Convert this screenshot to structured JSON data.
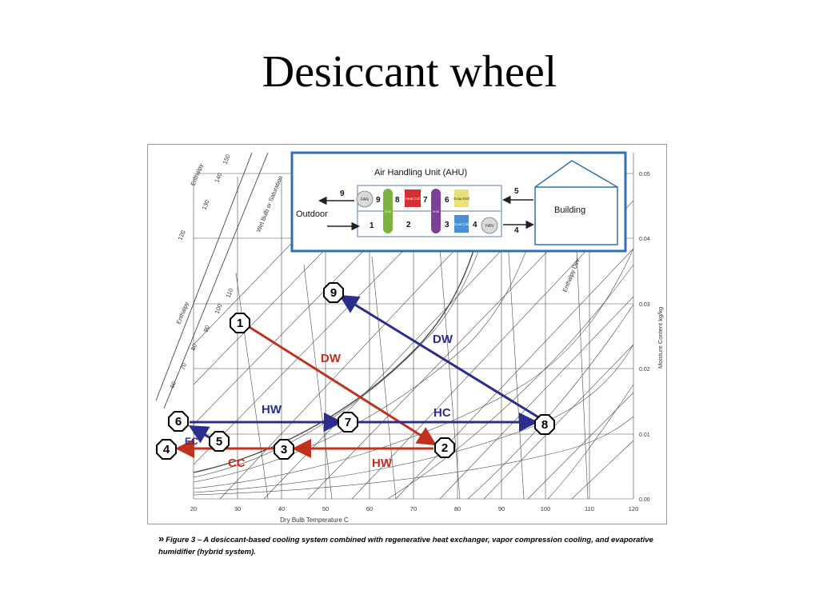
{
  "slide": {
    "title": "Desiccant wheel"
  },
  "chart_axes": {
    "x_axis_label": "Dry Bulb Temperature C",
    "x_ticks": [
      "20",
      "30",
      "40",
      "50",
      "60",
      "70",
      "80",
      "90",
      "100",
      "110",
      "120"
    ],
    "y_axis_label": "Moisture Content kg/kg",
    "y_ticks": [
      "0.00",
      "0.01",
      "0.02",
      "0.03",
      "0.04",
      "0.05"
    ],
    "enthalpy_label": "Enthalpy",
    "enthalpy_ticks": [
      "150",
      "140",
      "130",
      "120",
      "110",
      "100",
      "90",
      "80",
      "70",
      "60"
    ],
    "wet_bulb_label": "Wet Bulb or Saturation",
    "enthalpy_dev_label": "Enthalpy Dev"
  },
  "ahu": {
    "title": "Air Handling  Unit  (AHU)",
    "outdoor_label": "Outdoor",
    "building_label": "Building",
    "fan_label": "FAN",
    "heat_coil_label": "Heat Coil",
    "evap_label": "Evap Dell",
    "cool_coil_label": "Cool Coil",
    "dw_label": "D W",
    "hw_label": "H W",
    "n1": "1",
    "n2": "2",
    "n3": "3",
    "n4": "4",
    "n5": "5",
    "n6": "6",
    "n7": "7",
    "n8": "8",
    "n9": "9"
  },
  "states": {
    "s1": "1",
    "s2": "2",
    "s3": "3",
    "s4": "4",
    "s5": "5",
    "s6": "6",
    "s7": "7",
    "s8": "8",
    "s9": "9"
  },
  "processes": {
    "dw_red": "DW",
    "dw_blue": "DW",
    "hw_blue": "HW",
    "hc_blue": "HC",
    "hw_red": "HW",
    "cc_red": "CC",
    "ec_blue": "EC"
  },
  "colors": {
    "red_process": "#c0321e",
    "blue_process": "#2b2e8c",
    "ahu_border": "#2f6fb5",
    "green_wheel": "#7cb342",
    "purple_wheel": "#7e3f98",
    "heat_coil": "#d32f2f",
    "cool_coil": "#4a90d9",
    "evap": "#e9e07a"
  },
  "caption": {
    "bullet": "»",
    "text": "Figure 3 – A desiccant-based cooling system combined with regenerative heat exchanger, vapor compression cooling, and evaporative humidifier (hybrid system)."
  }
}
